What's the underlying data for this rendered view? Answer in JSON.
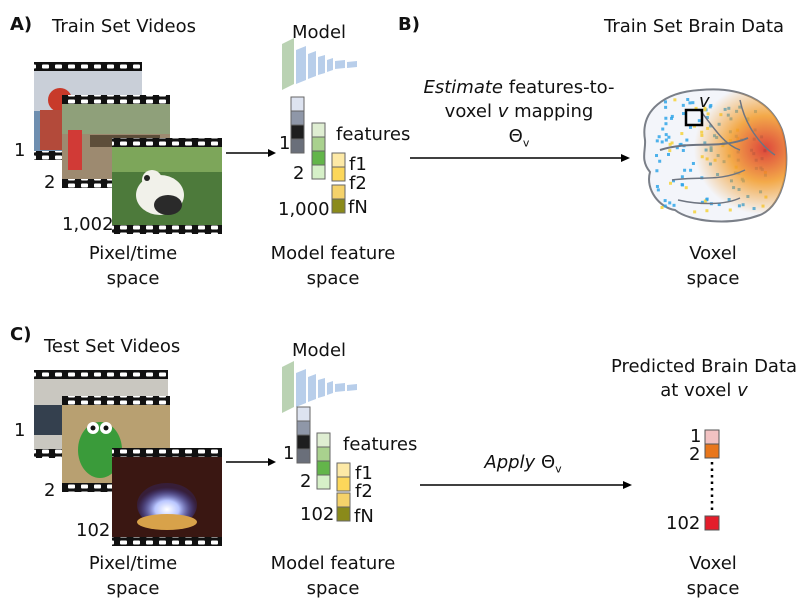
{
  "panel_a": {
    "letter": "A)",
    "title": "Train Set Videos",
    "frame_numbers": [
      "1",
      "2",
      "1,002"
    ],
    "pixel_space": [
      "Pixel/time",
      "space"
    ],
    "model_title": "Model",
    "feature_space": [
      "Model feature",
      "space"
    ],
    "unit_index_top": "1",
    "unit_index_bottom": "2",
    "features_label": "features",
    "feature_names": [
      "f1",
      "f2",
      "fN"
    ],
    "feature_count": "1,000"
  },
  "panel_b": {
    "letter": "B)",
    "title": "Train Set Brain Data",
    "mapping_text": [
      "Estimate",
      " features-to-",
      "voxel ",
      "v",
      " mapping"
    ],
    "theta": "Θ",
    "theta_sub": "v",
    "voxel_marker": "v",
    "voxel_space": [
      "Voxel",
      "space"
    ]
  },
  "panel_c": {
    "letter": "C)",
    "title": "Test Set Videos",
    "frame_numbers": [
      "1",
      "2",
      "102"
    ],
    "pixel_space": [
      "Pixel/time",
      "space"
    ],
    "model_title": "Model",
    "feature_space": [
      "Model feature",
      "space"
    ],
    "unit_index_top": "1",
    "unit_index_bottom": "2",
    "features_label": "features",
    "feature_names": [
      "f1",
      "f2",
      "fN"
    ],
    "feature_count": "102",
    "apply_text": "Apply",
    "theta": "Θ",
    "theta_sub": "v",
    "pred_title": [
      "Predicted Brain Data",
      "at voxel "
    ],
    "pred_title_v": "v",
    "pred_labels": [
      "1",
      "2",
      "102"
    ],
    "voxel_space": [
      "Voxel",
      "space"
    ]
  },
  "colors": {
    "gray_column": [
      "#dde3f0",
      "#8f97a8",
      "#1e1e1e",
      "#6a6f7a"
    ],
    "green_column": [
      "#dfeed2",
      "#a9d18e",
      "#63b54a",
      "#d6f0c8"
    ],
    "yellow_column": [
      "#fde9a6",
      "#fcd75a",
      "#f5d26a",
      "#8a8a1a"
    ],
    "pred_colors": [
      "#f2c2c2",
      "#e8761b",
      "#e41d2b"
    ],
    "brain_hot": "#e63b1a",
    "brain_cool": "#2fa4e7"
  }
}
